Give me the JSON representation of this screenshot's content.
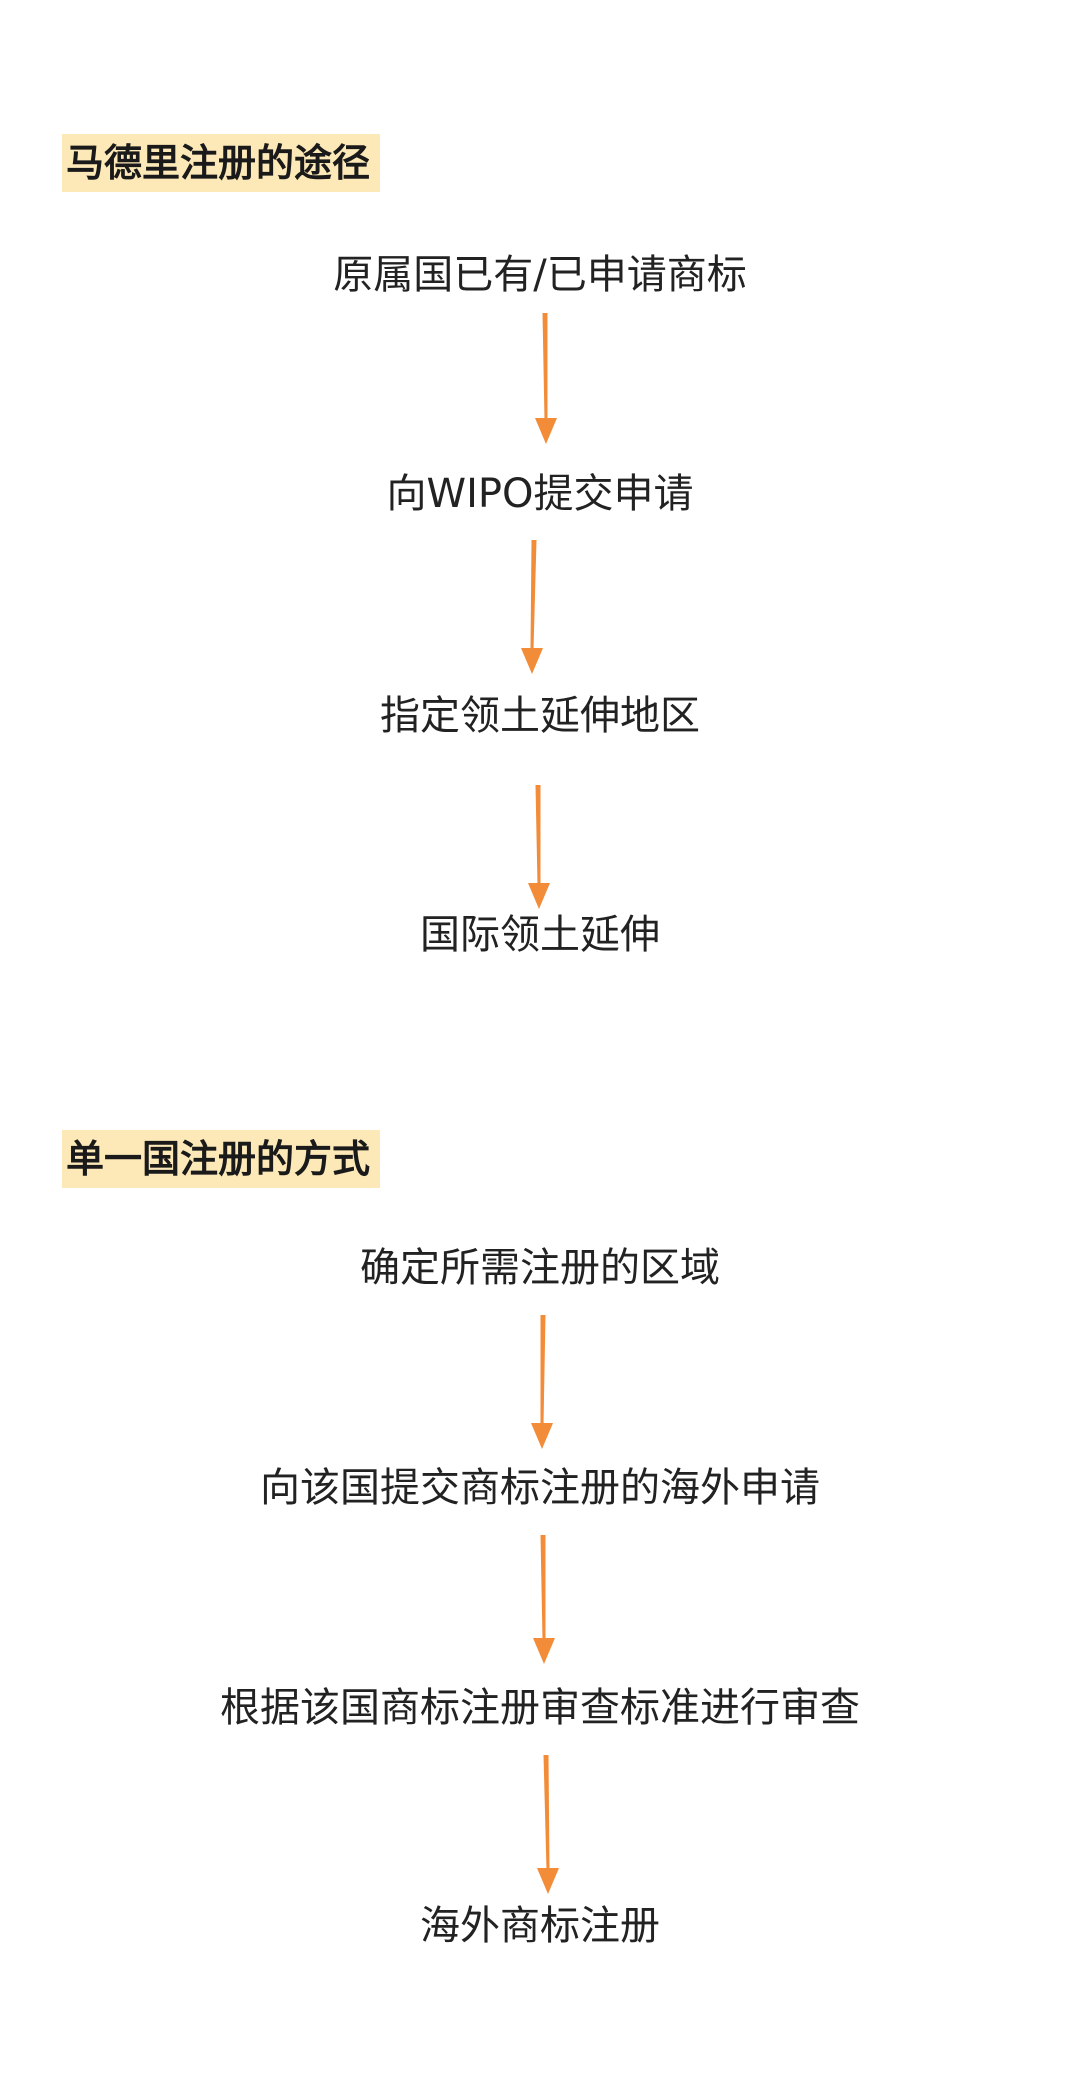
{
  "accent_color": "#f28c38",
  "heading_bg_color": "#fde9b8",
  "section1": {
    "title": "马德里注册的途径",
    "steps": [
      "原属国已有/已申请商标",
      "向WIPO提交申请",
      "指定领土延伸地区",
      "国际领土延伸"
    ]
  },
  "section2": {
    "title": "单一国注册的方式",
    "steps": [
      "确定所需注册的区域",
      "向该国提交商标注册的海外申请",
      "根据该国商标注册审查标准进行审查",
      "海外商标注册"
    ]
  }
}
